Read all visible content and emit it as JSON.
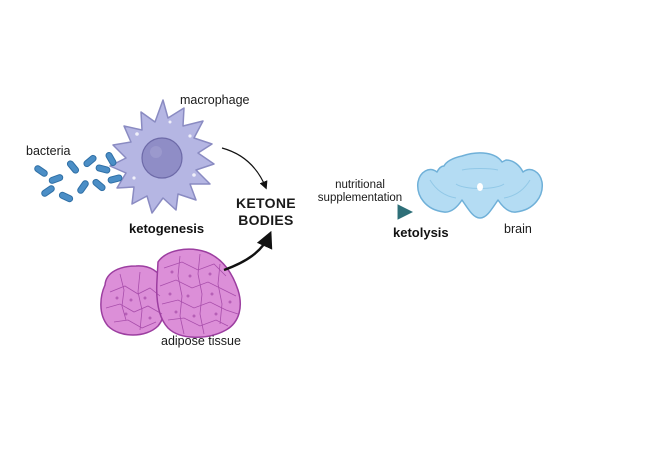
{
  "labels": {
    "macrophage": "macrophage",
    "bacteria": "bacteria",
    "ketogenesis": "ketogenesis",
    "ketone_line1": "KETONE",
    "ketone_line2": "BODIES",
    "nutritional_line1": "nutritional",
    "nutritional_line2": "supplementation",
    "ketolysis": "ketolysis",
    "brain": "brain",
    "adipose_tissue": "adipose tissue"
  },
  "colors": {
    "macrophage_body": "#b5b6e3",
    "macrophage_nucleus": "#8f8dc6",
    "bacteria": "#4b8ec6",
    "adipose_fill": "#dc8fd8",
    "adipose_stroke": "#9c3ea0",
    "brain_fill": "#b4dcf3",
    "brain_stroke": "#6fb0d8",
    "arrow_teal": "#2e6f78",
    "arrow_black": "#111111"
  }
}
